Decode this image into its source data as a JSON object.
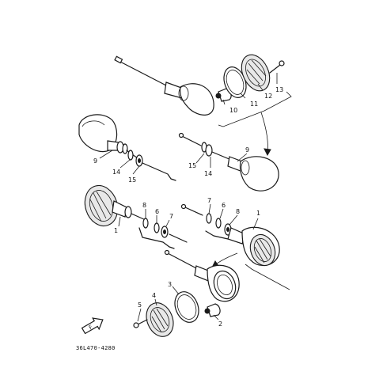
{
  "diagram": {
    "part_code": "36L470-4280",
    "front_marker": "F",
    "callouts": {
      "c1a": "1",
      "c1b": "1",
      "c2": "2",
      "c3": "3",
      "c4": "4",
      "c5": "5",
      "c6a": "6",
      "c6b": "6",
      "c7a": "7",
      "c7b": "7",
      "c8a": "8",
      "c8b": "8",
      "c9a": "9",
      "c9b": "9",
      "c10": "10",
      "c11": "11",
      "c12": "12",
      "c13": "13",
      "c14a": "14",
      "c14b": "14",
      "c15a": "15",
      "c15b": "15"
    },
    "icons": [
      "front-direction-arrow-icon"
    ]
  }
}
